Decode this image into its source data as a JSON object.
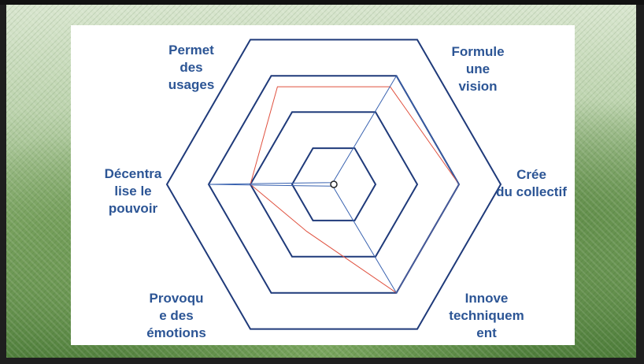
{
  "labels": {
    "permet": "Permet\ndes\nusages",
    "formule": "Formule\nune\nvision",
    "cree": "Crée\ndu collectif",
    "innove": "Innove\ntechniquem\nent",
    "provoque": "Provoqu\ne des\némotions",
    "decentralise": "Décentra\nlise le\npouvoir"
  },
  "colors": {
    "grid": "#1f3a7a",
    "series_red": "#e0513f",
    "series_blue": "#3a63b0",
    "label": "#2c5595"
  },
  "chart_data": {
    "type": "radar",
    "axes": [
      "Formule une vision",
      "Crée du collectif",
      "Innove techniquement",
      "Provoque des émotions",
      "Décentralise le pouvoir",
      "Permet des usages"
    ],
    "rings": [
      1,
      2,
      3,
      4
    ],
    "series": [
      {
        "color": "red",
        "values": [
          2.7,
          3.0,
          3.0,
          1.3,
          2.0,
          2.7
        ]
      },
      {
        "color": "blue",
        "values": [
          3.0,
          3.0,
          3.0,
          0.05,
          3.0,
          0.05
        ]
      }
    ]
  }
}
